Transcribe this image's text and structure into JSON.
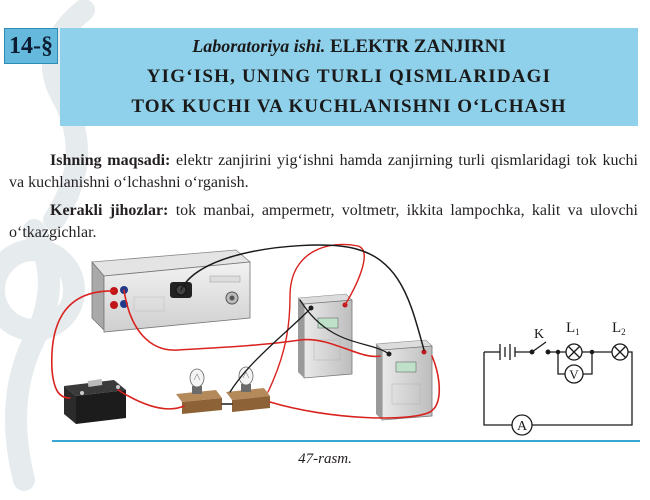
{
  "section": {
    "number": "14-§"
  },
  "title": {
    "prefix": "Laboratoriya ishi.",
    "line1_rest": "ELEKTR ZANJIRNI",
    "line2": "YIG‘ISH, UNING TURLI QISMLARIDAGI",
    "line3": "TOK KUCHI VA KUCHLANISHNI O‘LCHASH"
  },
  "goal": {
    "label": "Ishning maqsadi:",
    "text": " elektr zanjirini yig‘ishni hamda zanjirning turli qismlaridagi tok kuchi va kuchlanishni o‘lchashni o‘rganish."
  },
  "equipment": {
    "label": "Kerakli jihozlar:",
    "text": " tok manbai, ampermetr, voltmetr, ikkita lampochka, kalit va ulovchi o‘tkazgichlar."
  },
  "diagram": {
    "switch_label": "K",
    "lamp1_label": "L",
    "lamp1_sub": "1",
    "lamp2_label": "L",
    "lamp2_sub": "2",
    "voltmeter_label": "V",
    "ammeter_label": "A"
  },
  "figure": {
    "caption": "47-rasm."
  },
  "colors": {
    "badge": "#65b9dc",
    "title_band": "#8fd0ea",
    "caption_rule": "#3aa6d3",
    "wire_red": "#d9231f",
    "wire_black": "#1b1b1b"
  }
}
